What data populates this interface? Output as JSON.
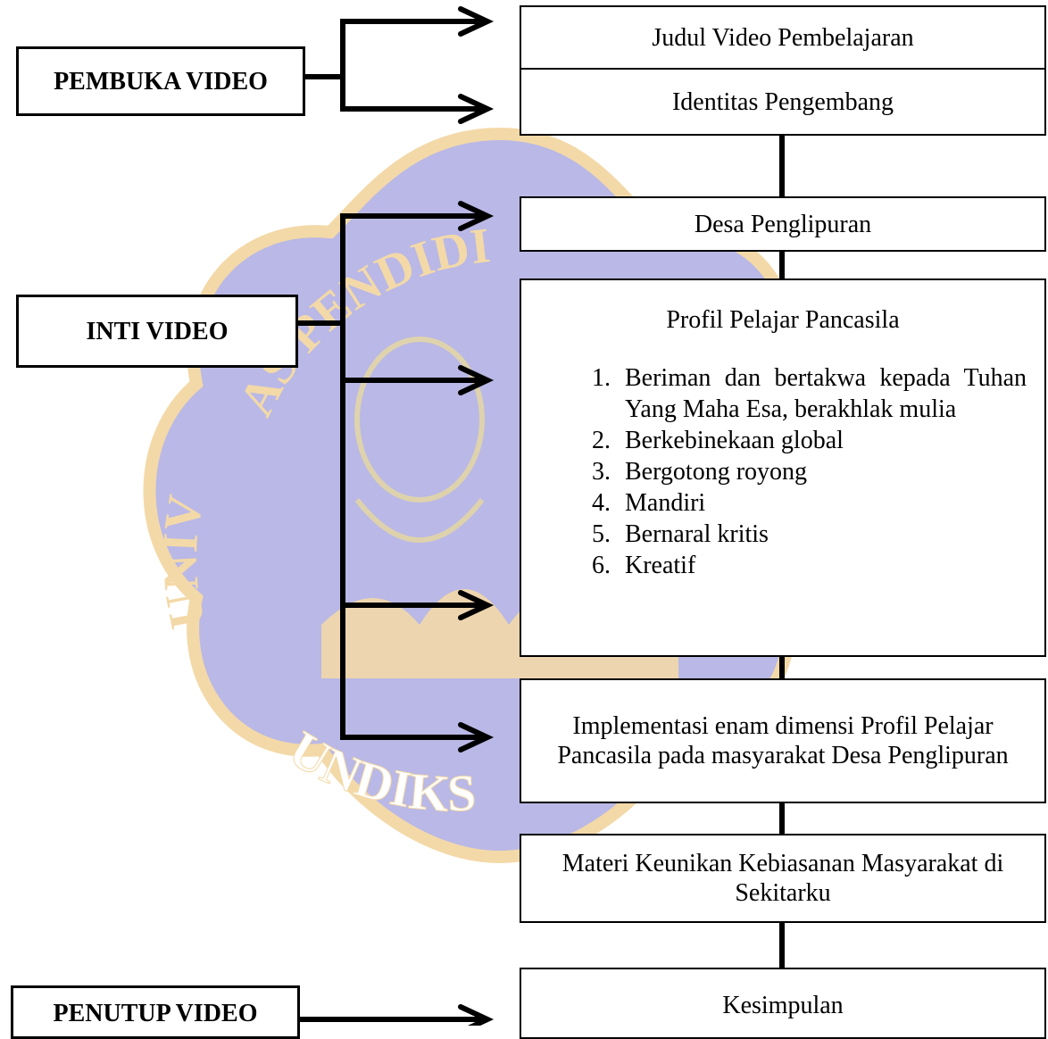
{
  "colors": {
    "watermark_blue": "#b9b8e6",
    "watermark_gold": "#f3d9a8",
    "line": "#000000"
  },
  "watermark": {
    "arc_top_text": "AS PENDIDI",
    "arc_left_text": "UNIV",
    "arc_bottom_text": "UNDIKS"
  },
  "labels": {
    "pembuka": "PEMBUKA VIDEO",
    "inti": "INTI VIDEO",
    "penutup": "PENUTUP VIDEO"
  },
  "boxes": {
    "judul": "Judul Video Pembelajaran",
    "identitas": "Identitas Pengembang",
    "desa": "Desa Penglipuran",
    "profil_title": "Profil Pelajar Pancasila",
    "profil_items": [
      {
        "num": "1.",
        "text": "Beriman dan bertakwa kepada Tuhan Yang Maha Esa, berakhlak mulia"
      },
      {
        "num": "2.",
        "text": "Berkebinekaan global"
      },
      {
        "num": "3.",
        "text": "Bergotong royong"
      },
      {
        "num": "4.",
        "text": "Mandiri"
      },
      {
        "num": "5.",
        "text": "Bernaral kritis"
      },
      {
        "num": "6.",
        "text": "Kreatif"
      }
    ],
    "implementasi": "Implementasi enam dimensi Profil Pelajar Pancasila pada masyarakat Desa Penglipuran",
    "materi": "Materi Keunikan Kebiasanan Masyarakat di Sekitarku",
    "kesimpulan": "Kesimpulan"
  }
}
